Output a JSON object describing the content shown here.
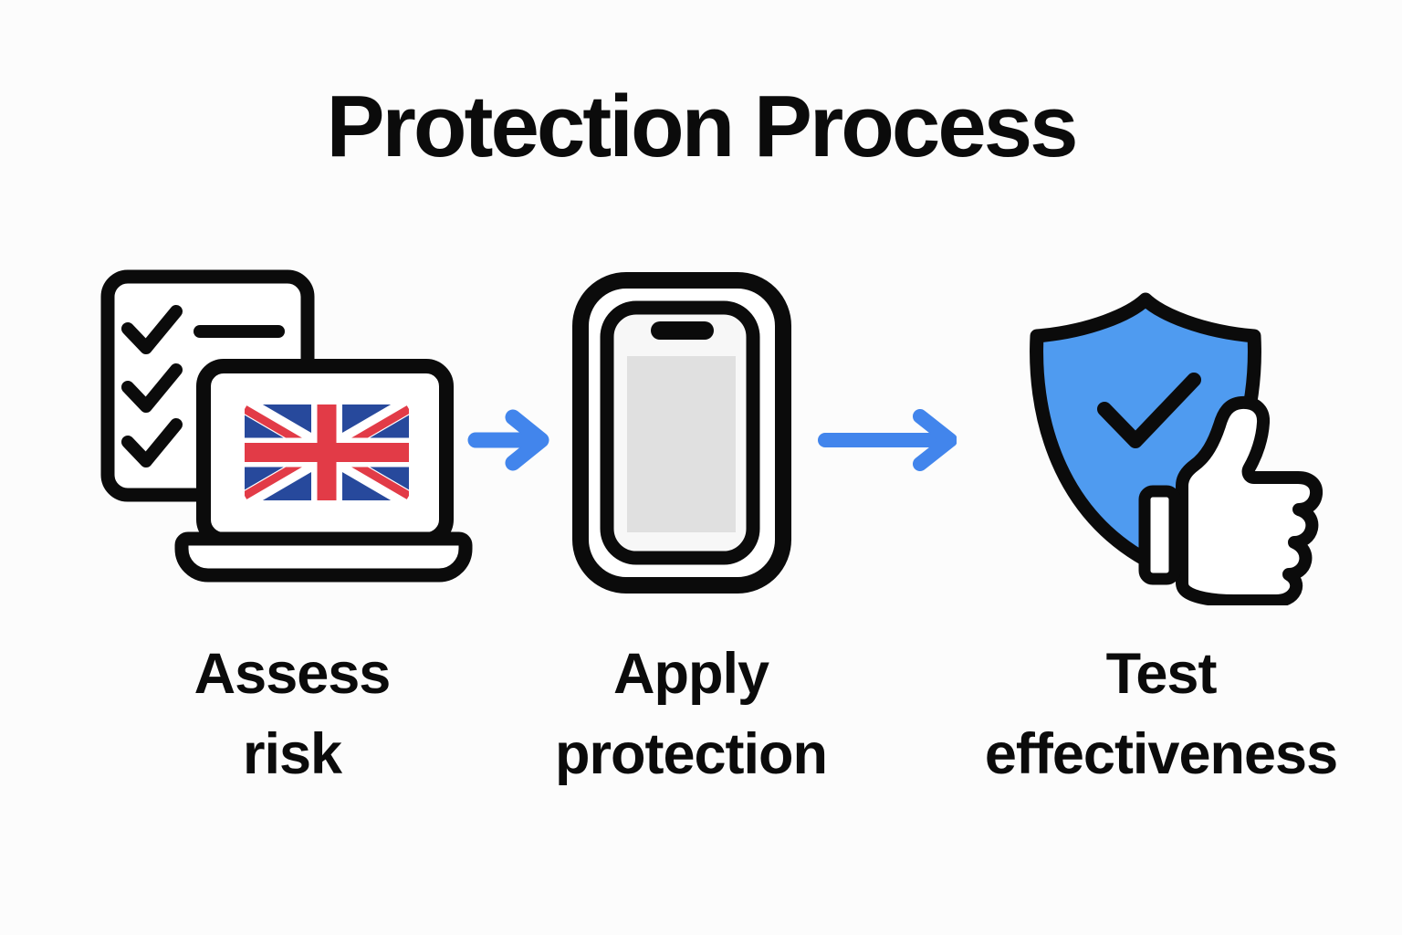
{
  "title": "Protection Process",
  "steps": [
    {
      "label_lines": [
        "Assess",
        "risk"
      ],
      "icon": "checklist-laptop-uk-flag"
    },
    {
      "label_lines": [
        "Apply",
        "protection"
      ],
      "icon": "smartphone"
    },
    {
      "label_lines": [
        "Test",
        "effectiveness"
      ],
      "icon": "shield-check-thumbs-up"
    }
  ],
  "connectors": [
    {
      "icon": "arrow-right"
    },
    {
      "icon": "arrow-right"
    }
  ],
  "colors": {
    "background": "#FCFCFC",
    "ink": "#0B0B0B",
    "arrow_blue": "#4285EC",
    "shield_blue": "#4F9BF0",
    "flag_blue": "#27499C",
    "flag_red": "#E23B47",
    "phone_face": "#F7F7F7",
    "screen_gray": "#E0E0E0"
  }
}
